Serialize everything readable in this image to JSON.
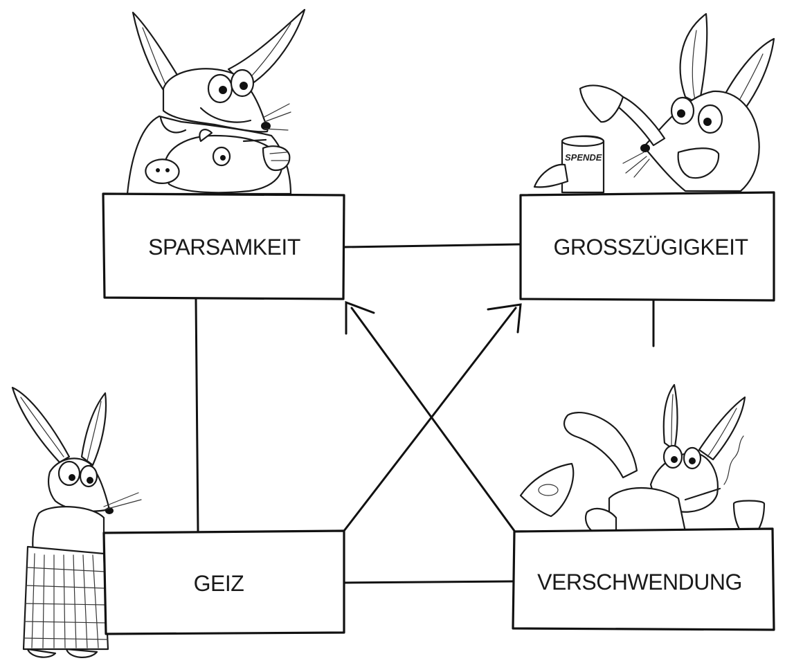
{
  "diagram": {
    "boxes": {
      "top_left": "SPARSAMKEIT",
      "top_right": "GROSSZÜGIGKEIT",
      "bottom_left": "GEIZ",
      "bottom_right": "VERSCHWENDUNG"
    },
    "illustration_texts": {
      "donation_can": "SPENDE"
    }
  }
}
